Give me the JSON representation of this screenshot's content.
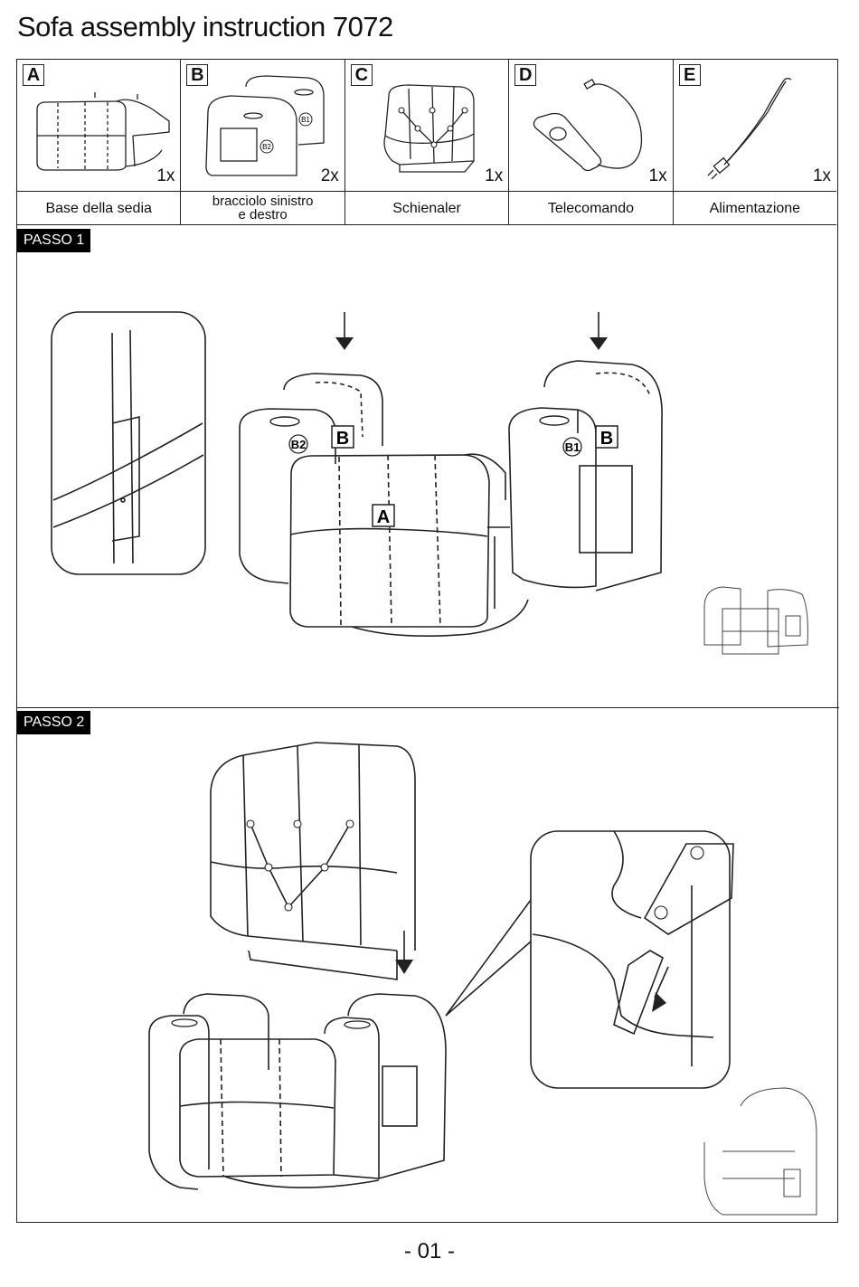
{
  "title": "Sofa assembly instruction 7072",
  "parts": [
    {
      "letter": "A",
      "qty": "1x",
      "name": "Base della sedia"
    },
    {
      "letter": "B",
      "qty": "2x",
      "name_line1": "bracciolo sinistro",
      "name_line2": "e destro"
    },
    {
      "letter": "C",
      "qty": "1x",
      "name": "Schienaler"
    },
    {
      "letter": "D",
      "qty": "1x",
      "name": "Telecomando"
    },
    {
      "letter": "E",
      "qty": "1x",
      "name": "Alimentazione"
    }
  ],
  "part_labels": {
    "b1": "B1",
    "b2": "B2"
  },
  "step1": {
    "label": "PASSO 1",
    "tag_a": "A",
    "tag_b": "B",
    "tag_b1": "B1",
    "tag_b2": "B2"
  },
  "step2": {
    "label": "PASSO 2"
  },
  "page_number": "- 01 -"
}
